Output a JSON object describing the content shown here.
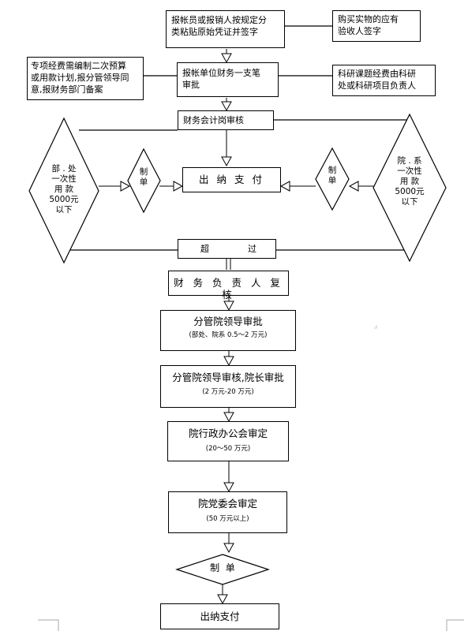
{
  "nodes": {
    "submit": {
      "line1": "报帐员或报销人按规定分",
      "line2": "类粘贴原始凭证并签字"
    },
    "buyer": {
      "line1": "购买实物的应有",
      "line2": "验收人签字"
    },
    "special": {
      "line1": "专项经费需编制二次预算",
      "line2": "或用款计划,报分管领导同",
      "line3": "意,报财务部门备案"
    },
    "unit_approve": {
      "line1": "报帐单位财务一支笔",
      "line2": "审批"
    },
    "research": {
      "line1": "科研课题经费由科研",
      "line2": "处或科研项目负责人"
    },
    "accountant": {
      "text": "财务会计岗审核"
    },
    "dept_left": {
      "lines": [
        "部 . 处",
        "一次性",
        "用 款",
        "5000元",
        "以下"
      ]
    },
    "make_left": {
      "lines": [
        "制",
        "单"
      ]
    },
    "cashier_top": {
      "text": "出 纳 支 付"
    },
    "make_right": {
      "lines": [
        "制",
        "单"
      ]
    },
    "dept_right": {
      "lines": [
        "院 . 系",
        "一次性",
        "用 款",
        "5000元",
        "以下"
      ]
    },
    "exceed": {
      "text_a": "超",
      "text_b": "过"
    },
    "finance_head": {
      "text": "财 务 负 责 人 复 核"
    },
    "vp_approve": {
      "title": "分管院领导审批",
      "note": "(部处、院系 0.5～2 万元)"
    },
    "president_approve": {
      "title": "分管院领导审核,院长审批",
      "note": "(2 万元-20 万元)"
    },
    "admin_meeting": {
      "title": "院行政办公会审定",
      "note": "(20～50 万元)"
    },
    "party_committee": {
      "title": "院党委会审定",
      "note": "(50 万元以上)"
    },
    "make_bottom": {
      "text": "制  单"
    },
    "cashier_bottom": {
      "text": "出纳支付"
    }
  }
}
